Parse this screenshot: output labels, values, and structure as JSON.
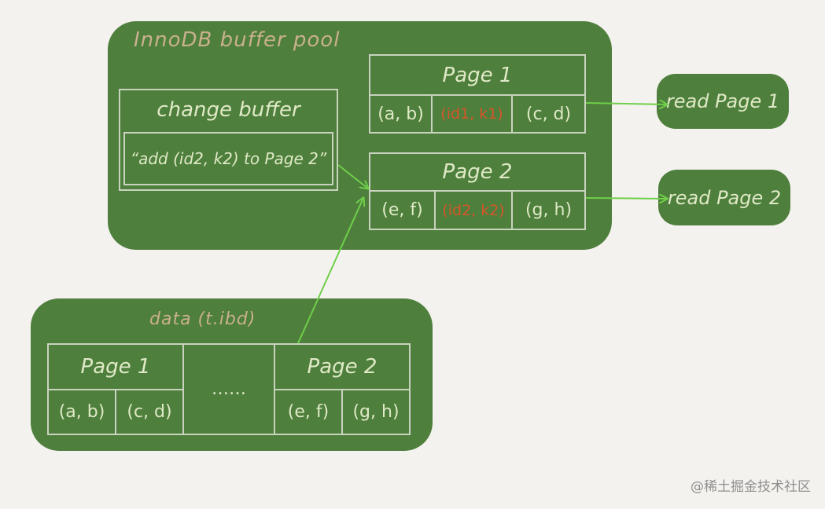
{
  "buffer_pool": {
    "title": "InnoDB buffer pool",
    "change_buffer": {
      "title": "change buffer",
      "entry": "“add (id2, k2) to Page 2”"
    },
    "page1": {
      "title": "Page 1",
      "cells": [
        "(a, b)",
        "(id1, k1)",
        "(c, d)"
      ]
    },
    "page2": {
      "title": "Page 2",
      "cells": [
        "(e, f)",
        "(id2, k2)",
        "(g, h)"
      ]
    }
  },
  "reads": {
    "read1": "read Page 1",
    "read2": "read Page 2"
  },
  "data_file": {
    "title": "data (t.ibd)",
    "page1": {
      "title": "Page 1",
      "cells": [
        "(a, b)",
        "(c, d)"
      ]
    },
    "ellipsis": "……",
    "page2": {
      "title": "Page 2",
      "cells": [
        "(e, f)",
        "(g, h)"
      ]
    }
  },
  "colors": {
    "panel": "#4e7f3c",
    "arrow": "#6fcf4a",
    "highlight": "#d6562a"
  },
  "watermark": "@稀土掘金技术社区"
}
